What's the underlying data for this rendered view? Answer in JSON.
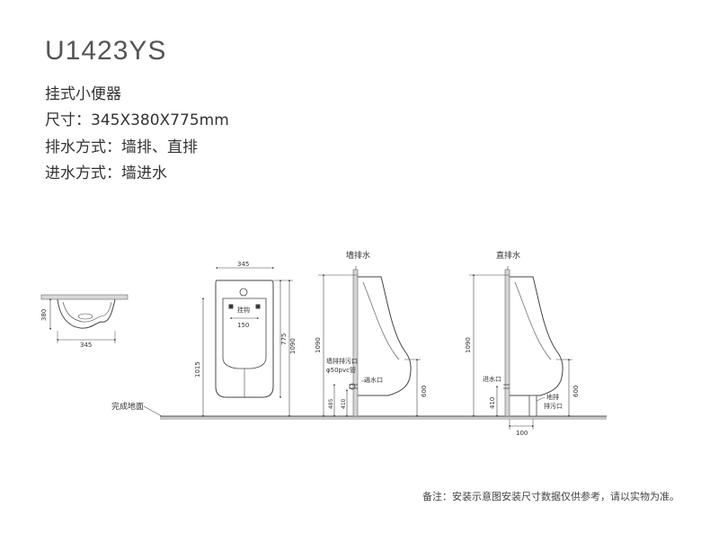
{
  "product": {
    "model": "U1423YS",
    "name": "挂式小便器",
    "size": "尺寸：345X380X775mm",
    "drain": "排水方式：墙排、直排",
    "inlet": "进水方式：墙进水"
  },
  "diagram": {
    "ground_label": "完成地面",
    "top_view": {
      "depth": "380",
      "width": "345"
    },
    "front_view": {
      "top_width": "345",
      "hook_label": "挂钩",
      "hook_spacing": "150",
      "mount_height": "1015",
      "body_height": "775",
      "total_height": "1090"
    },
    "wall_drain": {
      "title": "墙排水",
      "height": "1090",
      "drain_label": "墙排排污口",
      "pipe_label": "φ50pvc管",
      "inlet_label": "进水口",
      "drain_height": "485",
      "inlet_height": "410",
      "outlet_height": "600"
    },
    "floor_drain": {
      "title": "直排水",
      "height": "1090",
      "inlet_label": "进水口",
      "drain_label_1": "地排",
      "drain_label_2": "排污口",
      "inlet_height": "410",
      "outlet_height": "600",
      "offset": "100"
    }
  },
  "footer": {
    "note": "备注：安装示意图安装尺寸数据仅供参考，请以实物为准。"
  }
}
